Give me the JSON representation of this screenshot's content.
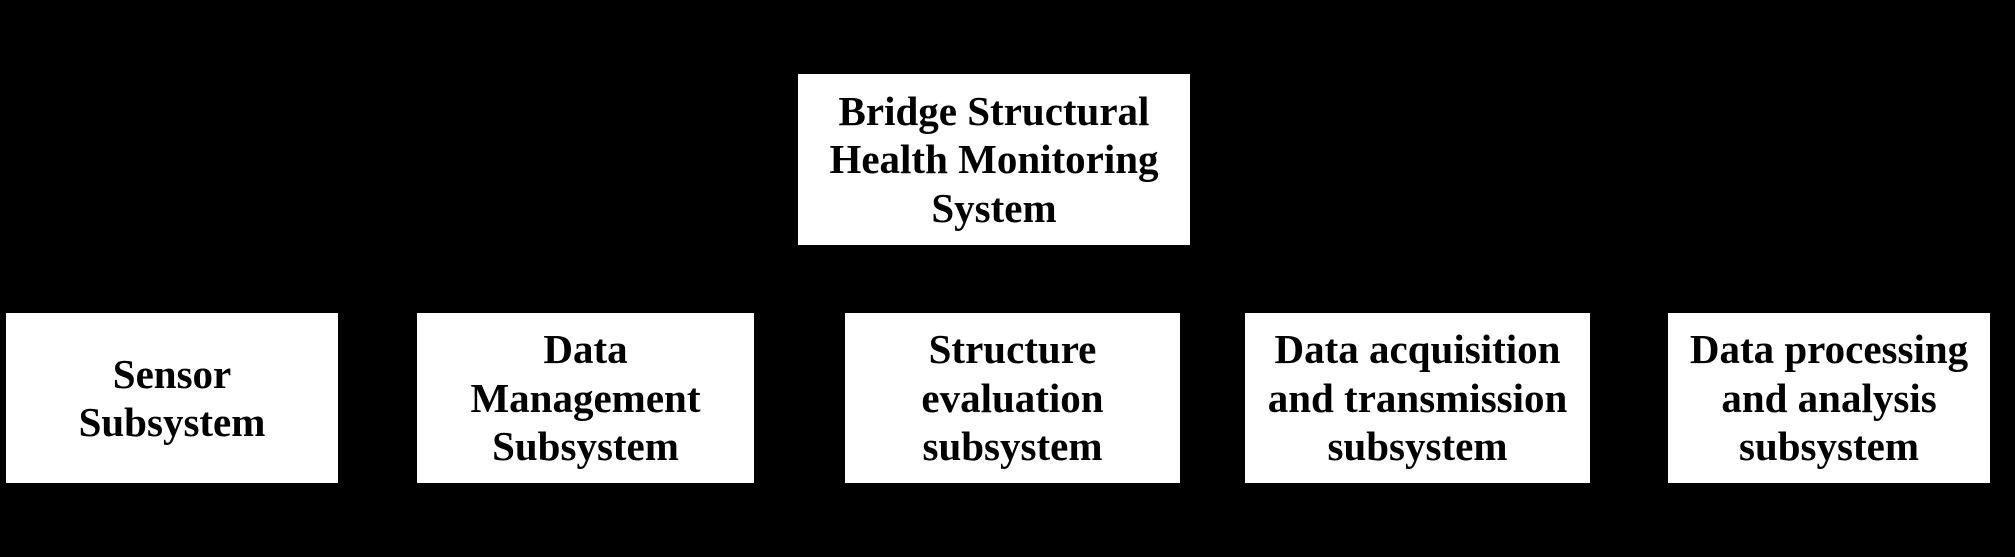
{
  "diagram": {
    "type": "hierarchy-block-diagram",
    "background_color": "#000000",
    "box_fill_color": "#ffffff",
    "box_text_color": "#000000",
    "root": {
      "id": "bridge-structural-health-monitoring-system",
      "label": "Bridge Structural\nHealth Monitoring\nSystem",
      "label_lines": [
        "Bridge Structural",
        "Health Monitoring",
        "System"
      ]
    },
    "children": [
      {
        "id": "sensor-subsystem",
        "label": "Sensor\nSubsystem",
        "label_lines": [
          "Sensor",
          "Subsystem"
        ]
      },
      {
        "id": "data-management-subsystem",
        "label": "Data\nManagement\nSubsystem",
        "label_lines": [
          "Data",
          "Management",
          "Subsystem"
        ]
      },
      {
        "id": "structure-evaluation-subsystem",
        "label": "Structure\nevaluation\nsubsystem",
        "label_lines": [
          "Structure",
          "evaluation",
          "subsystem"
        ]
      },
      {
        "id": "data-acquisition-and-transmission-subsystem",
        "label": "Data acquisition\nand transmission\nsubsystem",
        "label_lines": [
          "Data acquisition",
          "and transmission",
          "subsystem"
        ]
      },
      {
        "id": "data-processing-and-analysis-subsystem",
        "label": "Data processing\nand analysis\nsubsystem",
        "label_lines": [
          "Data processing",
          "and analysis",
          "subsystem"
        ]
      }
    ]
  }
}
